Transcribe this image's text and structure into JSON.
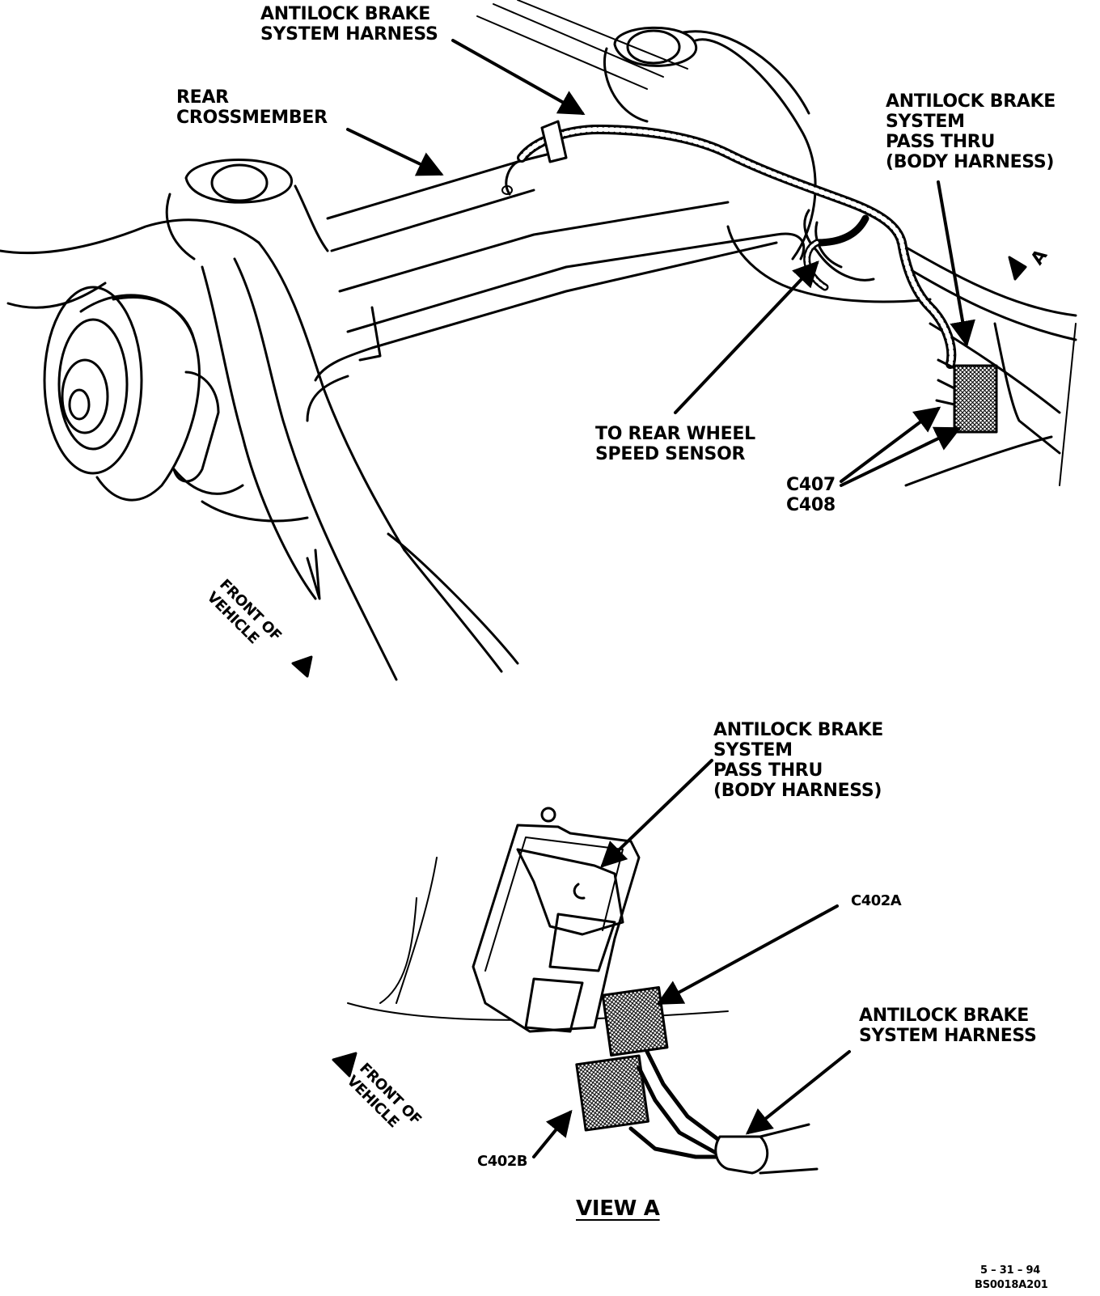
{
  "upper_view": {
    "labels": {
      "abs_harness": "ANTILOCK BRAKE\nSYSTEM HARNESS",
      "rear_crossmember": "REAR\nCROSSMEMBER",
      "pass_thru": "ANTILOCK BRAKE\nSYSTEM\nPASS THRU\n(BODY HARNESS)",
      "view_arrow": "A",
      "rear_wheel_sensor": "TO REAR WHEEL\nSPEED SENSOR",
      "connectors": "C407\nC408",
      "front_of_vehicle": "FRONT OF\nVEHICLE"
    }
  },
  "lower_view": {
    "labels": {
      "pass_thru": "ANTILOCK BRAKE\nSYSTEM\nPASS THRU\n(BODY HARNESS)",
      "c402a": "C402A",
      "abs_harness": "ANTILOCK BRAKE\nSYSTEM HARNESS",
      "front_of_vehicle": "FRONT OF\nVEHICLE",
      "c402b": "C402B"
    },
    "title": "VIEW A"
  },
  "footer": {
    "date": "5 – 31 – 94",
    "code": "BS0018A201"
  }
}
